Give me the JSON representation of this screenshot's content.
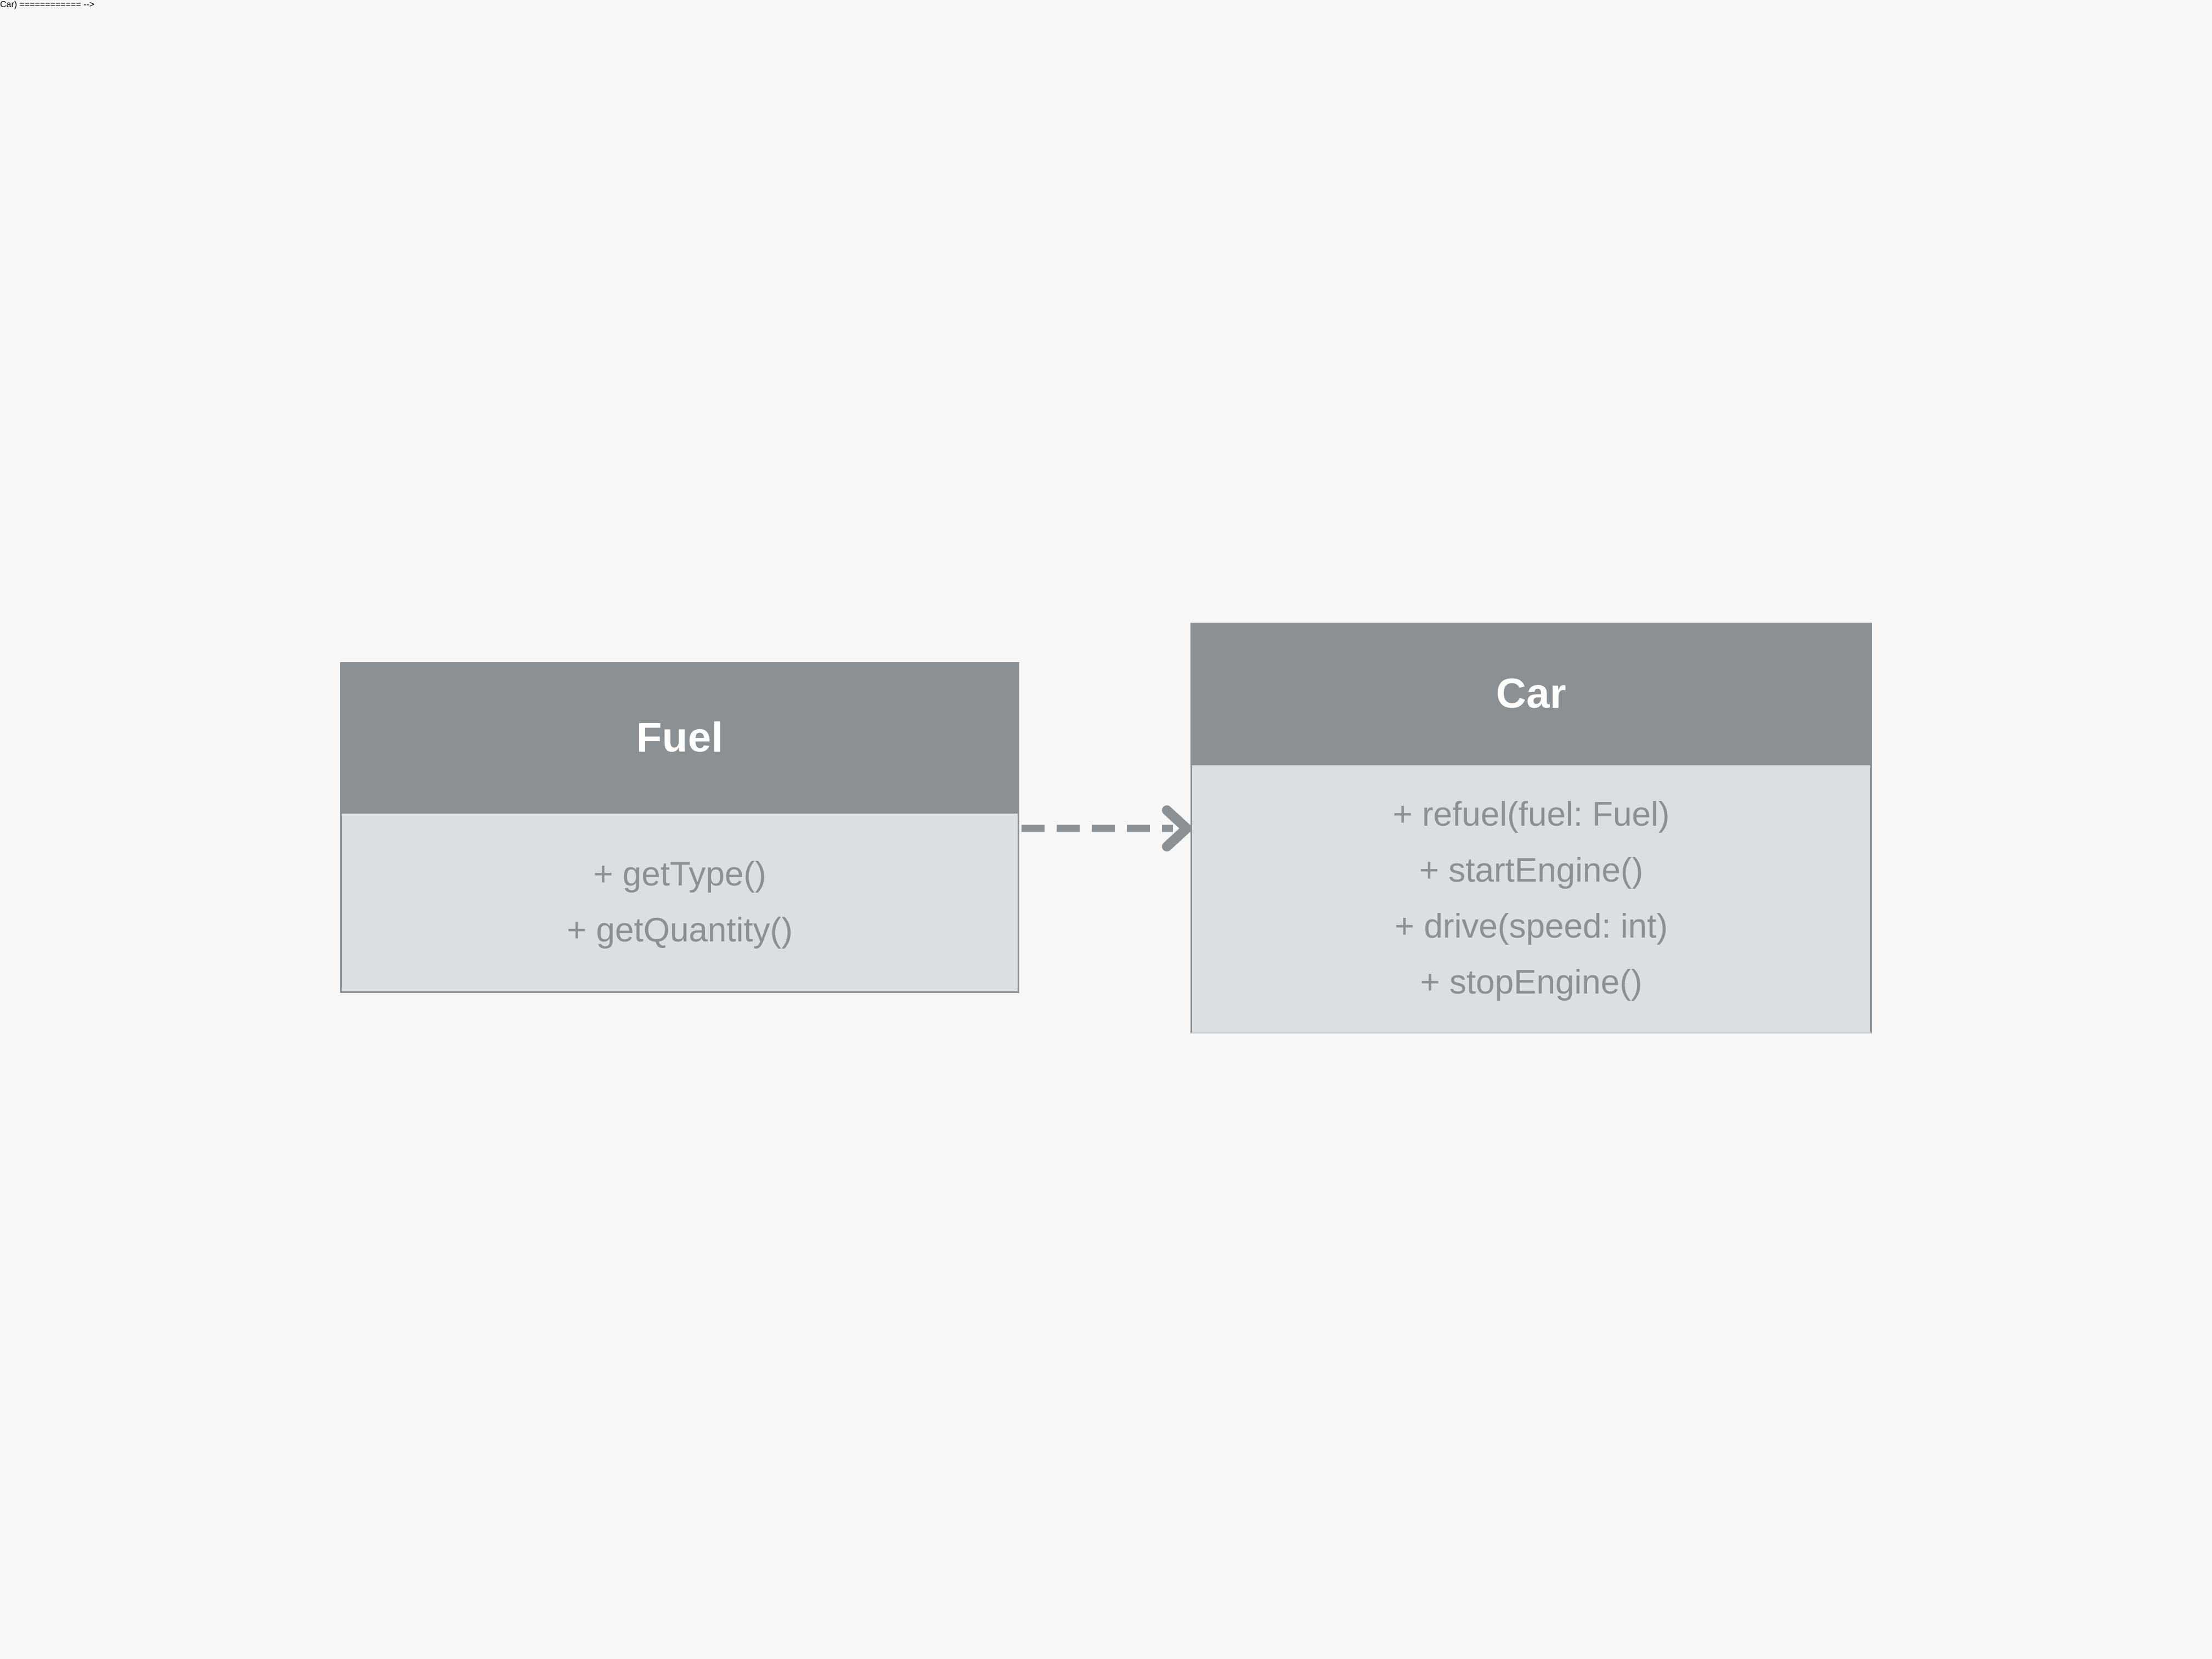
{
  "diagram": {
    "type": "uml-class-diagram",
    "background_color": "#f7f7f7",
    "header_color": "#8b9094",
    "body_color": "#dcdfe1",
    "border_color": "#8b9094",
    "text_color": "#8b9094",
    "title_color": "#ffffff",
    "classes": [
      {
        "id": "fuel",
        "name": "Fuel",
        "members": [
          "+ getType()",
          "+ getQuantity()"
        ]
      },
      {
        "id": "car",
        "name": "Car",
        "members": [
          "+ refuel(fuel: Fuel)",
          "+ startEngine()",
          "+ drive(speed: int)",
          "+ stopEngine()"
        ]
      }
    ],
    "relationships": [
      {
        "id": "fuel-to-car",
        "kind": "dependency",
        "line_style": "dashed",
        "arrowhead": "open",
        "from": "Fuel",
        "to": "Car",
        "label": "",
        "color": "#8b9094"
      }
    ]
  }
}
